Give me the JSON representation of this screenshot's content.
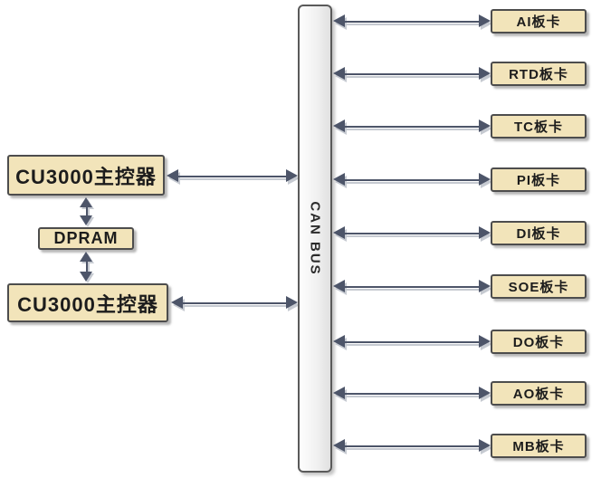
{
  "diagram": {
    "controllers": [
      {
        "label": "CU3000主控器"
      },
      {
        "label": "CU3000主控器"
      }
    ],
    "dpram": {
      "label": "DPRAM"
    },
    "bus": {
      "label": "CAN BUS"
    },
    "cards": [
      {
        "label": "AI板卡"
      },
      {
        "label": "RTD板卡"
      },
      {
        "label": "TC板卡"
      },
      {
        "label": "PI板卡"
      },
      {
        "label": "DI板卡"
      },
      {
        "label": "SOE板卡"
      },
      {
        "label": "DO板卡"
      },
      {
        "label": "AO板卡"
      },
      {
        "label": "MB板卡"
      }
    ],
    "colors": {
      "node_fill": "#f2e4ba",
      "node_border": "#4d4d4d",
      "arrow": "#4d5569",
      "arrow_shadow": "#989ead",
      "bus_fill": "#f1f1f1",
      "background": "#ffffff",
      "text": "#1c1c1c"
    }
  }
}
